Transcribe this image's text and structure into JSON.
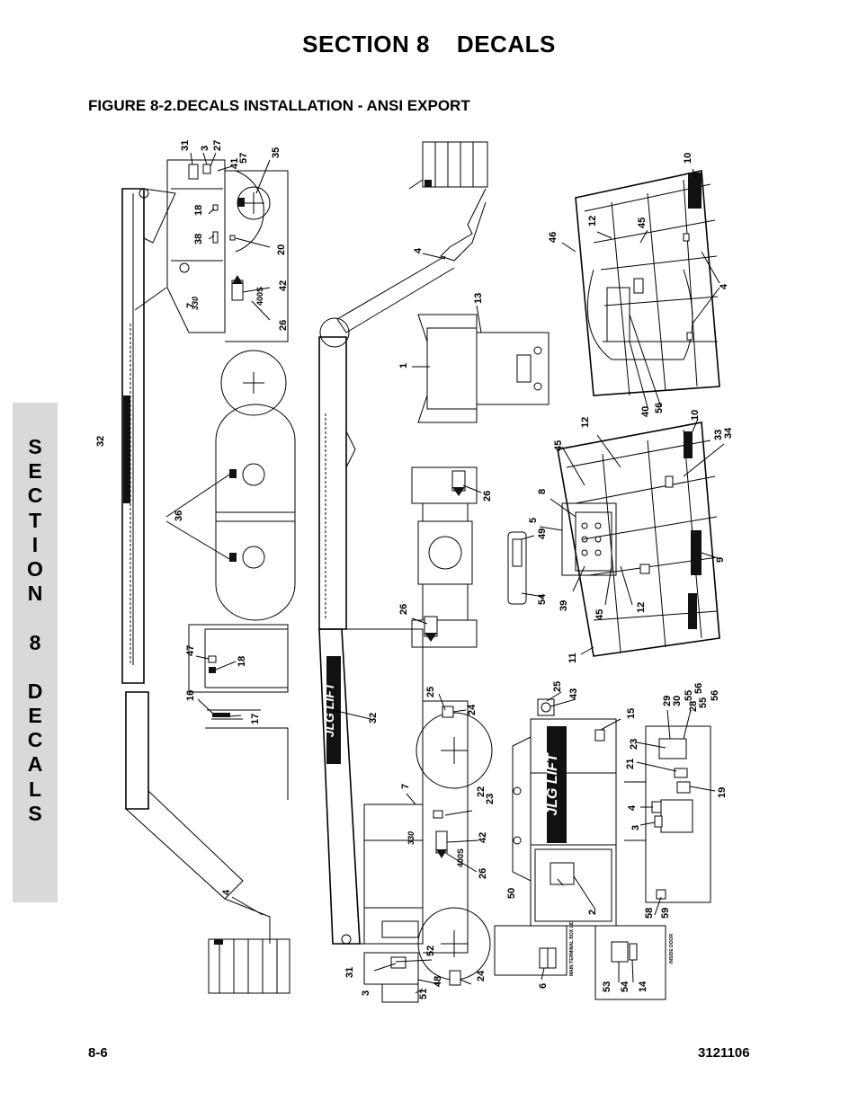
{
  "header": {
    "section_number": "SECTION 8",
    "section_title": "DECALS"
  },
  "figure_title": "FIGURE 8-2.DECALS INSTALLATION - ANSI EXPORT",
  "side_tab": {
    "letters": [
      "S",
      "E",
      "C",
      "T",
      "I",
      "O",
      "N",
      "",
      "8",
      "",
      "D",
      "E",
      "C",
      "A",
      "L",
      "S"
    ]
  },
  "footer": {
    "page_number": "8-6",
    "doc_number": "3121106"
  },
  "drawing": {
    "logo_text": "JLG LIFT",
    "maintenance_label": "MAIN TERMINAL BOX LID",
    "inside_door_label": "INSIDE DOOR",
    "callouts": {
      "c31a": "31",
      "c3a": "3",
      "c27": "27",
      "c57": "57",
      "c41": "41",
      "c35": "35",
      "c18a": "18",
      "c38": "38",
      "c20": "20",
      "c42a": "42",
      "c7a": "7",
      "c26a": "26",
      "c32a": "32",
      "c36": "36",
      "c47": "47",
      "c18b": "18",
      "c16": "16",
      "c17": "17",
      "c4a": "4",
      "c4b": "4",
      "c13": "13",
      "c1": "1",
      "c26b": "26",
      "c26c": "26",
      "c49": "49",
      "c5": "5",
      "c54a": "54",
      "c25a": "25",
      "c24a": "24",
      "c32b": "32",
      "c7b": "7",
      "c22": "22",
      "c23a": "23",
      "c42b": "42",
      "c26d": "26",
      "c31b": "31",
      "c3b": "3",
      "c52": "52",
      "c48": "48",
      "c24b": "24",
      "c51": "51",
      "c6": "6",
      "c46": "46",
      "c12a": "12",
      "c45a": "45",
      "c10a": "10",
      "c4c": "4",
      "c40": "40",
      "c56a": "56",
      "c10b": "10",
      "c12b": "12",
      "c45b": "45",
      "c8": "8",
      "c33": "33",
      "c34": "34",
      "c9": "9",
      "c39": "39",
      "c45c": "45",
      "c12c": "12",
      "c11": "11",
      "c25b": "25",
      "c43": "43",
      "c15": "15",
      "c50": "50",
      "c2": "2",
      "c29": "29",
      "c30": "30",
      "c55a": "55",
      "c56b": "56",
      "c28": "28",
      "c55b": "55",
      "c56c": "56",
      "c23b": "23",
      "c21": "21",
      "c19": "19",
      "c4d": "4",
      "c3c": "3",
      "c58": "58",
      "c59": "59",
      "c53": "53",
      "c54b": "54",
      "c14": "14"
    }
  }
}
